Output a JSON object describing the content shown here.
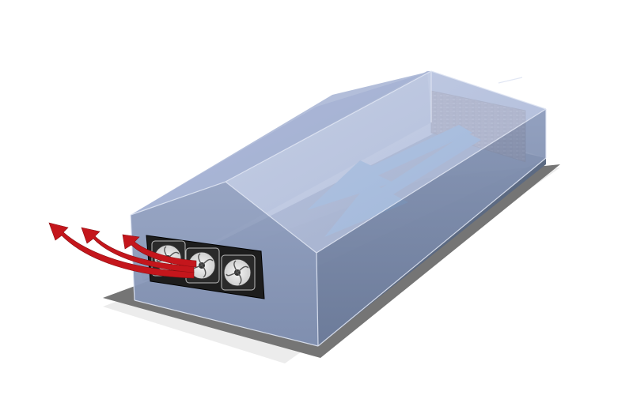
{
  "diagram": {
    "fan_count": 3,
    "exhaust_arrow_count": 3,
    "intake_arrow_count": 2,
    "colors": {
      "background": "#ffffff",
      "floor": "#767676",
      "interior_floor": "#5f6c80",
      "enclosure_front": "#8d9cbc",
      "enclosure_side": "#7a8aa9",
      "roof_left": "#a9b6d4",
      "roof_right": "#b8c3de",
      "back_wall": "#c5cde4",
      "fan_housing": "#1b1b1b",
      "exhaust_arrow": "#c4161c",
      "intake_arrow": "#4aa3e0",
      "cooling_pad": "#8a6a5c"
    }
  }
}
